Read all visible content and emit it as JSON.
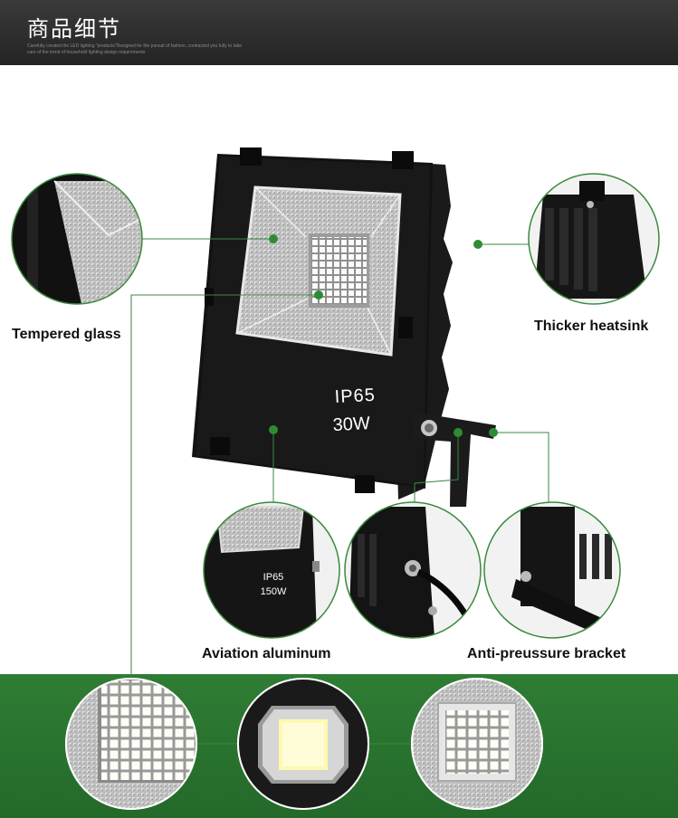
{
  "header": {
    "title": "商品细节",
    "subtitle_line1": "Carefully created the LED lighting \"products\"Designed for the pursuit of fashion, contracted you fully to take",
    "subtitle_line2": "care of the trend of household lighting design requirements"
  },
  "product": {
    "ip_rating": "IP65",
    "power": "30W"
  },
  "callouts": {
    "tempered_glass": "Tempered glass",
    "thicker_heatsink": "Thicker heatsink",
    "aviation_aluminum": "Aviation aluminum",
    "anti_pressure_bracket": "Anti-preussure bracket"
  },
  "inset": {
    "ip_rating": "IP65",
    "power": "150W"
  },
  "colors": {
    "accent_green": "#3a8a3e",
    "band_green": "#2e7d32",
    "header_dark": "#2b2b2b"
  }
}
